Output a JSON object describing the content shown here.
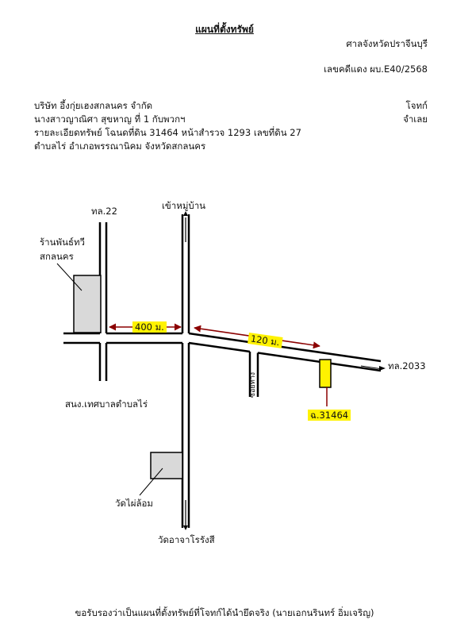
{
  "header": {
    "title": "แผนที่ตั้งทรัพย์",
    "court": "ศาลจังหวัดปราจีนบุรี",
    "case_no": "เลขคดีแดง ผบ.E40/2568"
  },
  "parties": {
    "plaintiff": "บริษัท อึ้งกุ่ยเฮงสกลนคร จำกัด",
    "plaintiff_role": "โจทก์",
    "defendant": "นางสาวญาณิศา สุขหาญ ที่ 1 กับพวกฯ",
    "defendant_role": "จำเลย",
    "property_detail": "รายละเอียดทรัพย์ โฉนดที่ดิน 31464 หน้าสำรวจ 1293 เลขที่ดิน 27",
    "location": "ตำบลไร่ อำเภอพรรณานิคม จังหวัดสกลนคร"
  },
  "map": {
    "road_tl22": "ทล.22",
    "road_village": "เข้าหมู่บ้าน",
    "road_tl2033": "ทล.2033",
    "shop": "ร้านพันธ์ทวี\nสกลนคร",
    "municipal_office": "สนง.เทศบาลตำบลไร่",
    "temple_phai": "วัดไผ่ล้อม",
    "temple_acha": "วัดอาจาโรรังสี",
    "side_soi": "ซอยทาง",
    "dist_1": "400 ม.",
    "dist_2": "120 ม.",
    "deed": "ฉ.31464",
    "colors": {
      "highlight": "#fff200",
      "distance": "#8b0000",
      "building": "#d9d9d9"
    }
  },
  "footer": {
    "certification": "ขอรับรองว่าเป็นแผนที่ตั้งทรัพย์ที่โจทก์ได้นำยึดจริง (นายเอกนรินทร์ อิ่มเจริญ)"
  }
}
